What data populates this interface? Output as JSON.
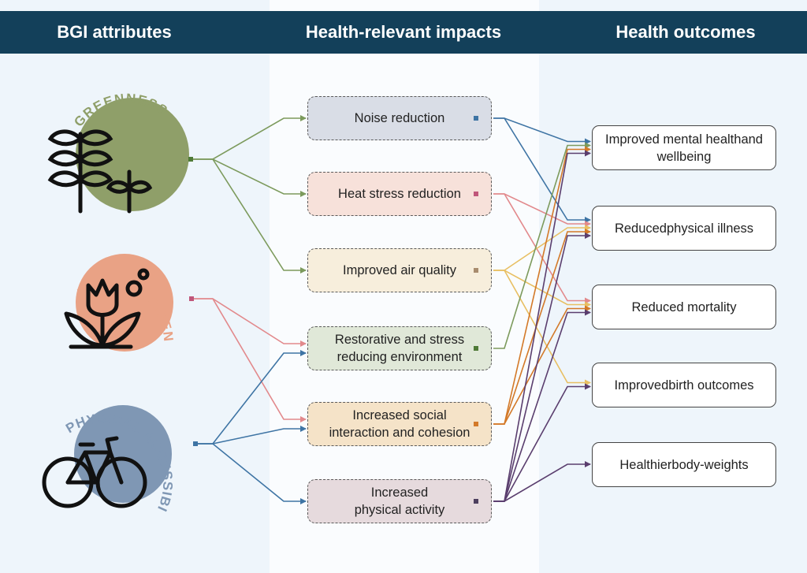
{
  "headers": {
    "bgi": "BGI attributes",
    "impacts": "Health-relevant impacts",
    "outcomes": "Health outcomes"
  },
  "attributes": [
    {
      "label": "GREENNESS",
      "color": "#8f9f69",
      "icon": "wheat-plants-icon"
    },
    {
      "label": "AESTHETIC/SENSORY",
      "color": "#e9a285",
      "icon": "tulip-flower-icon"
    },
    {
      "label": "PHYSICAL ACCESSIBILITY",
      "color": "#7f97b4",
      "icon": "bicycle-icon"
    }
  ],
  "impacts": [
    {
      "line1": "Noise reduction",
      "line2": "",
      "fill": "#d9dde6",
      "marker": "#3e74a4"
    },
    {
      "line1": "Heat stress reduction",
      "line2": "",
      "fill": "#f7e1da",
      "marker": "#c0567a"
    },
    {
      "line1": "Improved air quality",
      "line2": "",
      "fill": "#f7eedc",
      "marker": "#a88c6e"
    },
    {
      "line1": "Restorative and stress",
      "line2": "reducing environment",
      "fill": "#e0e8d8",
      "marker": "#4f7a37"
    },
    {
      "line1": "Increased social",
      "line2": "interaction and cohesion",
      "fill": "#f5e3c8",
      "marker": "#d37928"
    },
    {
      "line1": "Increased",
      "line2": "physical activity",
      "fill": "#e6dadd",
      "marker": "#4d3f5e"
    }
  ],
  "outcomes": [
    {
      "line1": "Improved mental health",
      "line2": "and wellbeing"
    },
    {
      "line1": "Reduced",
      "line2": "physical illness"
    },
    {
      "line1": "Reduced mortality",
      "line2": ""
    },
    {
      "line1": "Improved",
      "line2": "birth outcomes"
    },
    {
      "line1": "Healthier",
      "line2": "body-weights"
    }
  ],
  "links_attribute_to_impact": [
    [
      0,
      0
    ],
    [
      0,
      1
    ],
    [
      0,
      2
    ],
    [
      1,
      3
    ],
    [
      1,
      4
    ],
    [
      2,
      3
    ],
    [
      2,
      4
    ],
    [
      2,
      5
    ]
  ],
  "links_impact_to_outcome": [
    [
      0,
      0
    ],
    [
      0,
      1
    ],
    [
      1,
      1
    ],
    [
      1,
      2
    ],
    [
      2,
      1
    ],
    [
      2,
      2
    ],
    [
      2,
      3
    ],
    [
      3,
      0
    ],
    [
      4,
      0
    ],
    [
      4,
      1
    ],
    [
      4,
      2
    ],
    [
      5,
      0
    ],
    [
      5,
      1
    ],
    [
      5,
      2
    ],
    [
      5,
      3
    ],
    [
      5,
      4
    ]
  ],
  "colors": {
    "header": "#13405a",
    "greenness_wire": "#7c9a5c",
    "aesthetic_wire": "#e2898c",
    "accessibility_wire": "#3e74a4",
    "noise_wire": "#3e74a4",
    "heat_wire": "#e2898c",
    "air_wire": "#e8bf62",
    "restorative_wire": "#7c9a5c",
    "social_wire": "#d37928",
    "activity_wire": "#5a3e6e"
  }
}
